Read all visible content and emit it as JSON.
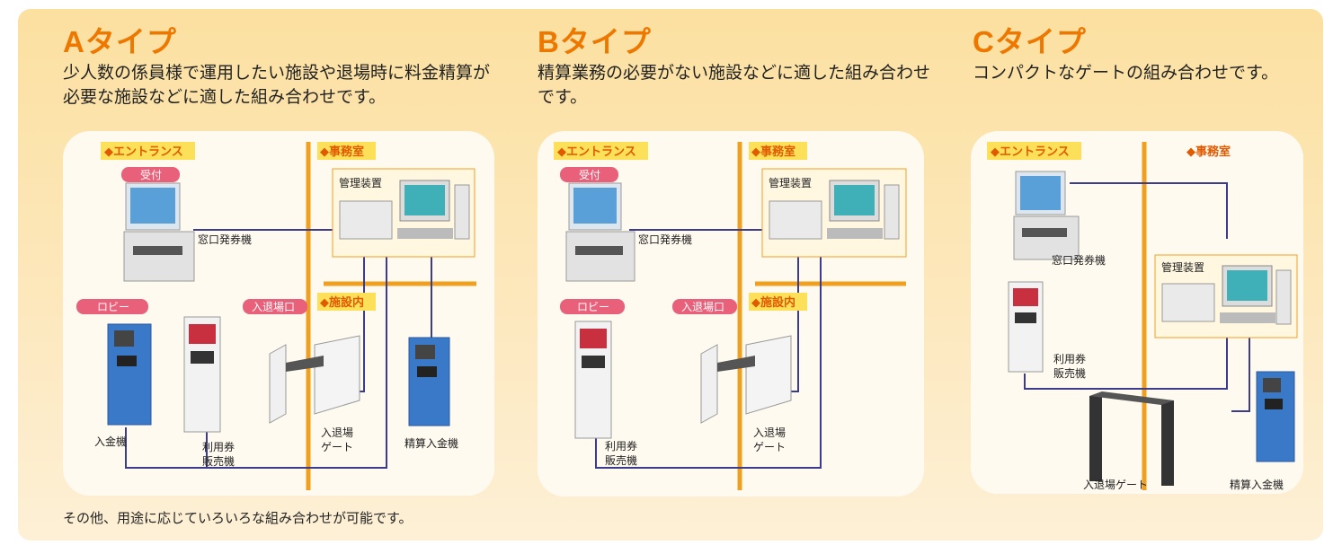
{
  "panels": [
    {
      "id": "a",
      "title": "Aタイプ",
      "description": "少人数の係員様で運用したい施設や退場時に料金精算が必要な施設などに適した組み合わせです。",
      "labels": {
        "entrance": "◆エントランス",
        "office": "◆事務室",
        "facility": "◆施設内",
        "reception": "受付",
        "lobby": "ロビー",
        "entry_exit": "入退場口",
        "management": "管理装置",
        "window_ticket": "窓口発券機",
        "deposit": "入金機",
        "ticket_vending_1": "利用券",
        "ticket_vending_2": "販売機",
        "gate_1": "入退場",
        "gate_2": "ゲート",
        "settlement_deposit": "精算入金機"
      }
    },
    {
      "id": "b",
      "title": "Bタイプ",
      "description": "精算業務の必要がない施設などに適した組み合わせです。",
      "labels": {
        "entrance": "◆エントランス",
        "office": "◆事務室",
        "facility": "◆施設内",
        "reception": "受付",
        "lobby": "ロビー",
        "entry_exit": "入退場口",
        "management": "管理装置",
        "window_ticket": "窓口発券機",
        "ticket_vending_1": "利用券",
        "ticket_vending_2": "販売機",
        "gate_1": "入退場",
        "gate_2": "ゲート"
      }
    },
    {
      "id": "c",
      "title": "Cタイプ",
      "description": "コンパクトなゲートの組み合わせです。",
      "labels": {
        "entrance": "◆エントランス",
        "office": "◆事務室",
        "management": "管理装置",
        "window_ticket": "窓口発券機",
        "ticket_vending_1": "利用券",
        "ticket_vending_2": "販売機",
        "gate": "入退場ゲート",
        "settlement_deposit": "精算入金機"
      }
    }
  ],
  "footnote": "その他、用途に応じていろいろな組み合わせが可能です。",
  "colors": {
    "accent": "#ee7700",
    "pill": "#e8607a",
    "tag_bg": "#fde05a",
    "wire": "#3c3c8c",
    "divider": "#f0a020"
  }
}
